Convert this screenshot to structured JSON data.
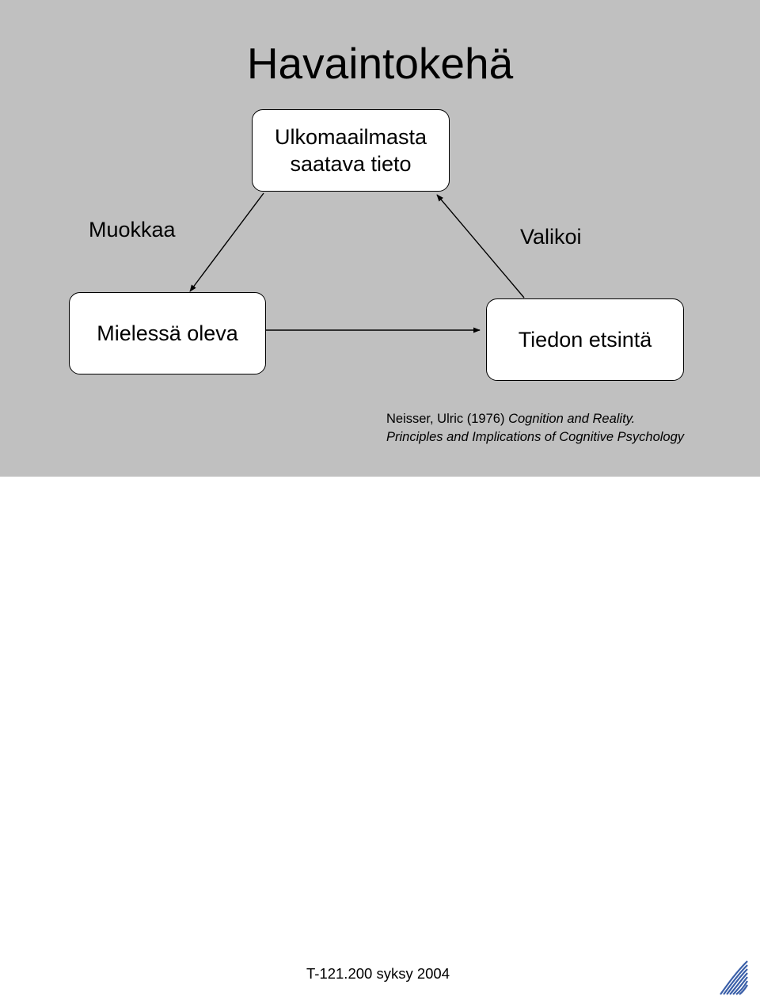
{
  "title": "Havaintokehä",
  "nodes": {
    "top": "Ulkomaailmasta\nsaatava tieto",
    "left": "Mielessä oleva",
    "right": "Tiedon etsintä"
  },
  "edge_labels": {
    "top_to_left": "Muokkaa",
    "right_to_top": "Valikoi"
  },
  "citation": {
    "author": "Neisser, Ulric (1976)",
    "title_line1": "Cognition and Reality.",
    "title_line2": "Principles and Implications of Cognitive Psychology"
  },
  "footer": {
    "course": "T-121.200 syksy 2004"
  },
  "colors": {
    "slide_background": "#c0c0c0",
    "node_fill": "#ffffff",
    "logo_blue": "#3a5fa8"
  }
}
